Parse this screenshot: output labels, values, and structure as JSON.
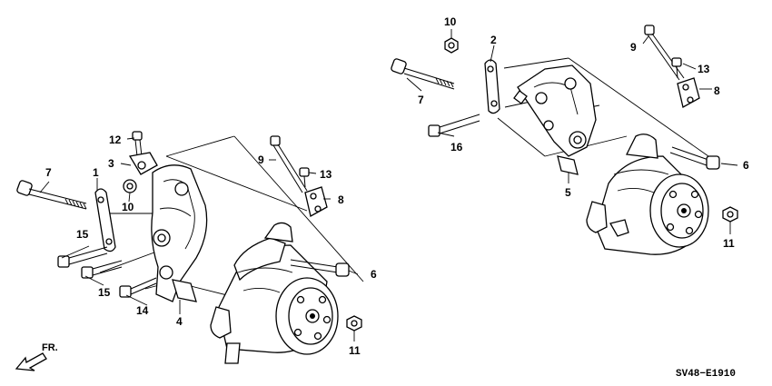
{
  "diagram_code": "SV48−E1910",
  "direction_label": "FR.",
  "callouts": {
    "left": {
      "c1": "1",
      "c3": "3",
      "c4": "4",
      "c6": "6",
      "c7": "7",
      "c8": "8",
      "c9": "9",
      "c10": "10",
      "c11": "11",
      "c12": "12",
      "c13": "13",
      "c14": "14",
      "c15a": "15",
      "c15b": "15"
    },
    "right": {
      "c2": "2",
      "c5": "5",
      "c6": "6",
      "c7": "7",
      "c8": "8",
      "c9": "9",
      "c10": "10",
      "c11": "11",
      "c13": "13",
      "c16": "16"
    }
  },
  "colors": {
    "ink": "#000000",
    "paper": "#ffffff"
  }
}
